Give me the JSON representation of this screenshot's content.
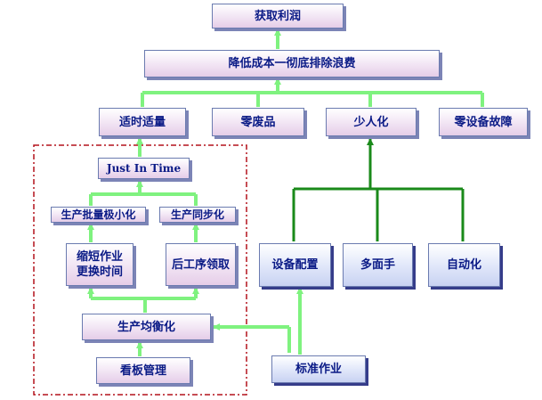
{
  "diagram": {
    "nodes": {
      "profit": "获取利润",
      "cost_reduction": "降低成本一彻底排除浪费",
      "right_time_qty": "适时适量",
      "zero_defect": "零废品",
      "fewer_people": "少人化",
      "zero_breakdown": "零设备故障",
      "jit": "Just In Time",
      "small_batch": "生产批量极小化",
      "sync_production": "生产同步化",
      "shorten_setup": "缩短作业\n更换时间",
      "downstream_pull": "后工序领取",
      "leveling": "生产均衡化",
      "kanban": "看板管理",
      "equipment_layout": "设备配置",
      "multi_skill": "多面手",
      "automation": "自动化",
      "standard_work": "标准作业"
    },
    "colors": {
      "line_light": "#7ff27f",
      "line_dark": "#1a8a1a",
      "dashed_border": "#b3121b",
      "text": "#0a1a86"
    }
  }
}
